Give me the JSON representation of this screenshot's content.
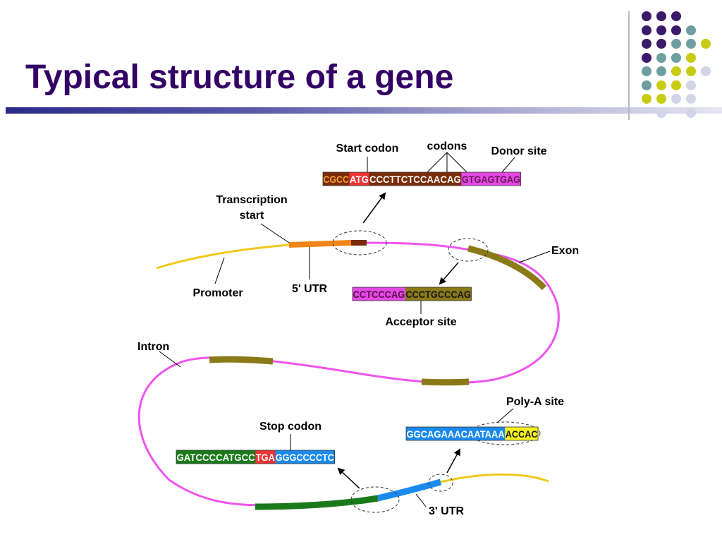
{
  "title": "Typical structure of a gene",
  "colors": {
    "title": "#330066",
    "promoter": "#f2c81a",
    "intron": "#ee55ee",
    "exon": "#8a7a18",
    "utr5": "#f08418",
    "start_coding": "#7a2c06",
    "stop_exon": "#1a7a1a",
    "utr3": "#1a8aee",
    "dot_purple": "#3c1a6a",
    "dot_teal": "#6e9ea0",
    "dot_yellow": "#c8cc10",
    "dot_lilac": "#d4d4e8"
  },
  "labels": {
    "start_codon": "Start codon",
    "codons": "codons",
    "donor_site": "Donor site",
    "transcription_start": [
      "Transcription",
      "start"
    ],
    "exon": "Exon",
    "promoter": "Promoter",
    "utr5": "5' UTR",
    "acceptor_site": "Acceptor site",
    "intron": "Intron",
    "polya_site": "Poly-A site",
    "stop_codon": "Stop codon",
    "utr3": "3' UTR"
  },
  "sequences": {
    "start": [
      {
        "text": "CGCC",
        "bg": "#7a2c06",
        "fg": "#f5a030"
      },
      {
        "text": "ATG",
        "bg": "#ee3333",
        "fg": "#ffffff"
      },
      {
        "text": "CCCTTCTCCAACAG",
        "bg": "#7a2c06",
        "fg": "#ffffff"
      },
      {
        "text": "GTGAGTGAG",
        "bg": "#e448e4",
        "fg": "#6a1a5a"
      }
    ],
    "acceptor": [
      {
        "text": "CCTCCCAG",
        "bg": "#e448e4",
        "fg": "#5a1050"
      },
      {
        "text": "CCCTGCCCAG",
        "bg": "#8a7a18",
        "fg": "#1a1a1a"
      }
    ],
    "stop": [
      {
        "text": "GATCCCCATGCC",
        "bg": "#1a7a1a",
        "fg": "#ffffff"
      },
      {
        "text": "TGA",
        "bg": "#ee3333",
        "fg": "#ffffff"
      },
      {
        "text": "GGGCCCCTC",
        "bg": "#1a8aee",
        "fg": "#ffffff"
      }
    ],
    "polya": [
      {
        "text": "GGCAGAAACAATAAA",
        "bg": "#1a8aee",
        "fg": "#ffffff"
      },
      {
        "text": "ACCAC",
        "bg": "#f5f020",
        "fg": "#1a1a1a"
      }
    ]
  },
  "dot_grid": [
    [
      "purple",
      "purple",
      "purple",
      "",
      ""
    ],
    [
      "purple",
      "purple",
      "purple",
      "teal",
      ""
    ],
    [
      "purple",
      "purple",
      "teal",
      "teal",
      "yellow"
    ],
    [
      "purple",
      "teal",
      "teal",
      "yellow",
      ""
    ],
    [
      "teal",
      "teal",
      "yellow",
      "yellow",
      "lilac"
    ],
    [
      "teal",
      "yellow",
      "yellow",
      "lilac",
      ""
    ],
    [
      "yellow",
      "yellow",
      "lilac",
      "lilac",
      ""
    ],
    [
      "",
      "lilac",
      "",
      "lilac",
      ""
    ]
  ]
}
